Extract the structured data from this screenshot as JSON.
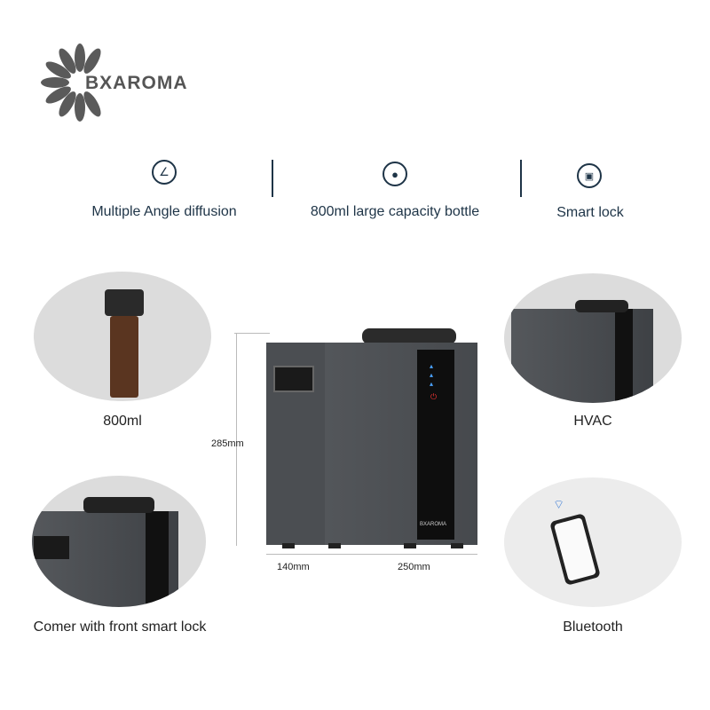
{
  "brand": {
    "logo_text": "BXAROMA"
  },
  "features": [
    {
      "icon": "angle-icon",
      "label": "Multiple Angle diffusion"
    },
    {
      "icon": "droplet-icon",
      "label": "800ml large capacity bottle"
    },
    {
      "icon": "smart-lock-icon",
      "label": "Smart lock"
    }
  ],
  "photos": [
    {
      "label": "800ml"
    },
    {
      "label": "HVAC"
    },
    {
      "label": "Comer with front smart lock"
    },
    {
      "label": "Bluetooth"
    }
  ],
  "dimensions": {
    "height": "285mm",
    "depth": "140mm",
    "width": "250mm"
  },
  "device": {
    "panel_brand": "BXAROMA"
  },
  "colors": {
    "text": "#1e3447",
    "device": "#4a4d51",
    "circle_bg": "#dcdcdc"
  }
}
